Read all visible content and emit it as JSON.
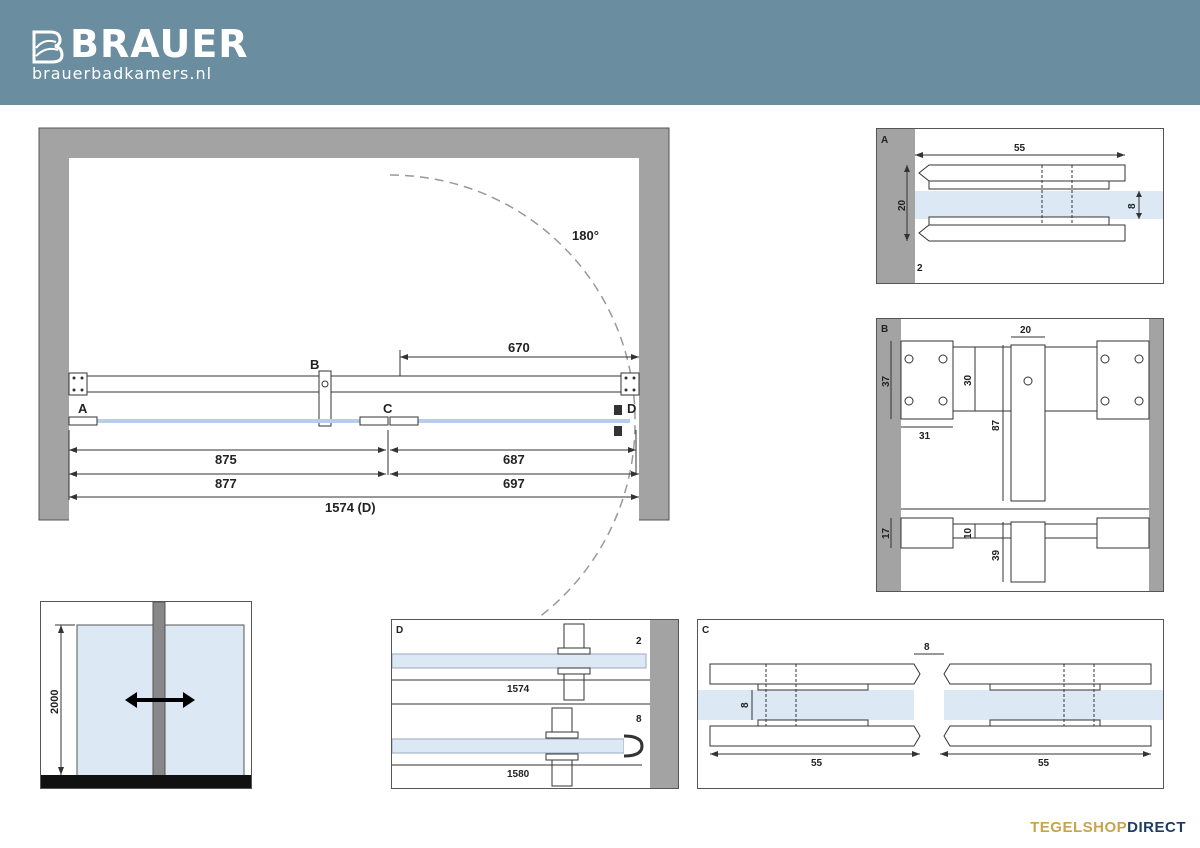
{
  "header": {
    "brand": "BRAUER",
    "url": "brauerbadkamers.nl"
  },
  "main_view": {
    "angle": "180°",
    "labels": {
      "a": "A",
      "b": "B",
      "c": "C",
      "d": "D"
    },
    "dims": {
      "top": "670",
      "left_inner": "875",
      "right_inner": "687",
      "left_outer": "877",
      "right_outer": "697",
      "total": "1574 (D)"
    }
  },
  "front_view": {
    "height": "2000"
  },
  "detail_a": {
    "label": "A",
    "width": "55",
    "height": "20",
    "glass": "8",
    "gap": "2"
  },
  "detail_b": {
    "label": "B",
    "d20": "20",
    "d37": "37",
    "d30": "30",
    "d87": "87",
    "d31": "31",
    "d17": "17",
    "d10": "10",
    "d39": "39"
  },
  "detail_d": {
    "label": "D",
    "gap": "2",
    "w1": "1574",
    "seal": "8",
    "w2": "1580"
  },
  "detail_c": {
    "label": "C",
    "gap": "8",
    "glass": "8",
    "left": "55",
    "right": "55"
  },
  "footer": {
    "brand_part1": "TEGELSHOP",
    "brand_part2": "DIRECT"
  },
  "colors": {
    "header": "#6a8da0",
    "wall": "#a3a3a3",
    "glass": "#dde8f5",
    "accent_gold": "#c9a44a",
    "accent_navy": "#1f3a64"
  }
}
